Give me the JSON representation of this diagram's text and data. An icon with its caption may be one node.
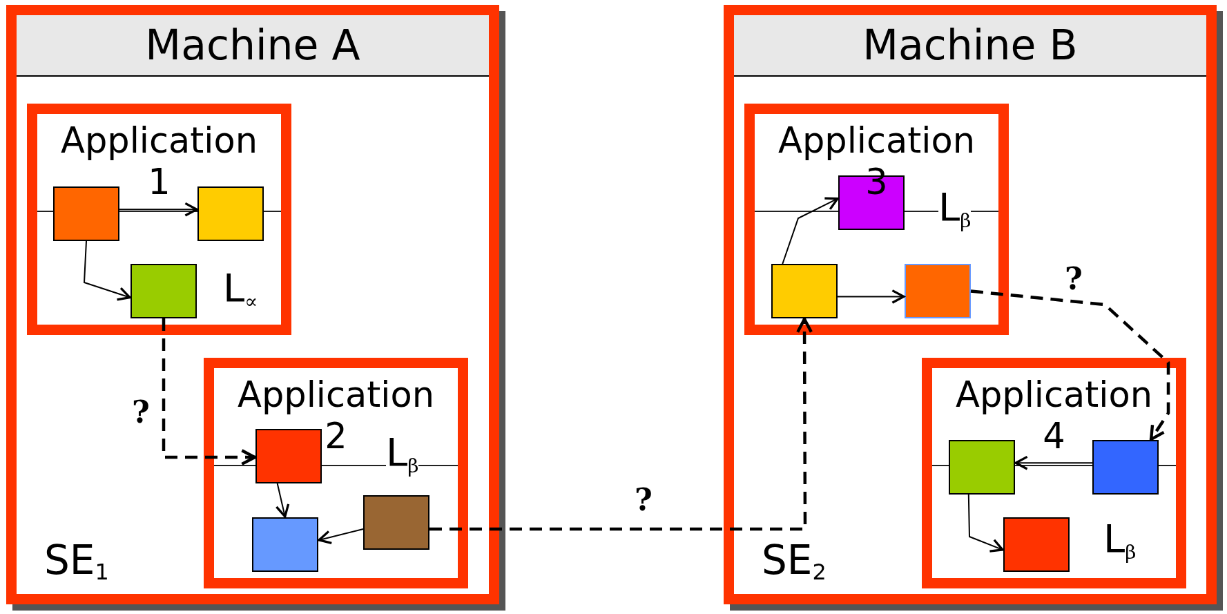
{
  "diagram": {
    "nodes": [
      {
        "text": [
          "Machine A",
          "SE$_{1}$"
        ]
      },
      {
        "text": [
          "Application 1",
          "L$_{∝}$"
        ],
        "in": 0
      },
      {
        "text": [],
        "shape": "box",
        "in": 1
      },
      {
        "text": [],
        "shape": "box",
        "in": 1
      },
      {
        "text": [],
        "shape": "box",
        "in": 1
      },
      {
        "text": [
          "Application 2",
          "L$_{β}$"
        ],
        "in": 0
      },
      {
        "text": [],
        "shape": "box",
        "in": 5
      },
      {
        "text": [],
        "shape": "box",
        "in": 5
      },
      {
        "text": [],
        "shape": "box",
        "in": 5
      },
      {
        "text": [
          "Machine B",
          "SE$_{2}$"
        ]
      },
      {
        "text": [
          "Application 3",
          "L$_{β}$"
        ],
        "in": 9
      },
      {
        "text": [],
        "shape": "box",
        "in": 10
      },
      {
        "text": [],
        "shape": "box",
        "in": 10
      },
      {
        "text": [],
        "shape": "box",
        "in": 10
      },
      {
        "text": [
          "Application 4",
          "L$_{β}$"
        ],
        "in": 9
      },
      {
        "text": [],
        "shape": "box",
        "in": 14
      },
      {
        "text": [],
        "shape": "box",
        "in": 14
      },
      {
        "text": [],
        "shape": "box",
        "in": 14
      }
    ],
    "edges": [
      {
        "from": 2,
        "to": 3,
        "arrow": "to"
      },
      {
        "from": 2,
        "to": 4,
        "arrow": "to"
      },
      {
        "from": 4,
        "to": 6,
        "arrow": "to",
        "label": "?",
        "style": "dashed"
      },
      {
        "from": 6,
        "to": 7,
        "arrow": "to"
      },
      {
        "from": 8,
        "to": 7,
        "arrow": "to"
      },
      {
        "from": 8,
        "to": 12,
        "arrow": "to",
        "label": "?",
        "style": "dashed"
      },
      {
        "from": 12,
        "to": 11,
        "arrow": "to"
      },
      {
        "from": 12,
        "to": 13,
        "arrow": "to"
      },
      {
        "from": 13,
        "to": 16,
        "arrow": "to",
        "label": "?",
        "style": "dashed"
      },
      {
        "from": 16,
        "to": 15,
        "arrow": "to"
      },
      {
        "from": 15,
        "to": 17,
        "arrow": "to"
      }
    ]
  }
}
